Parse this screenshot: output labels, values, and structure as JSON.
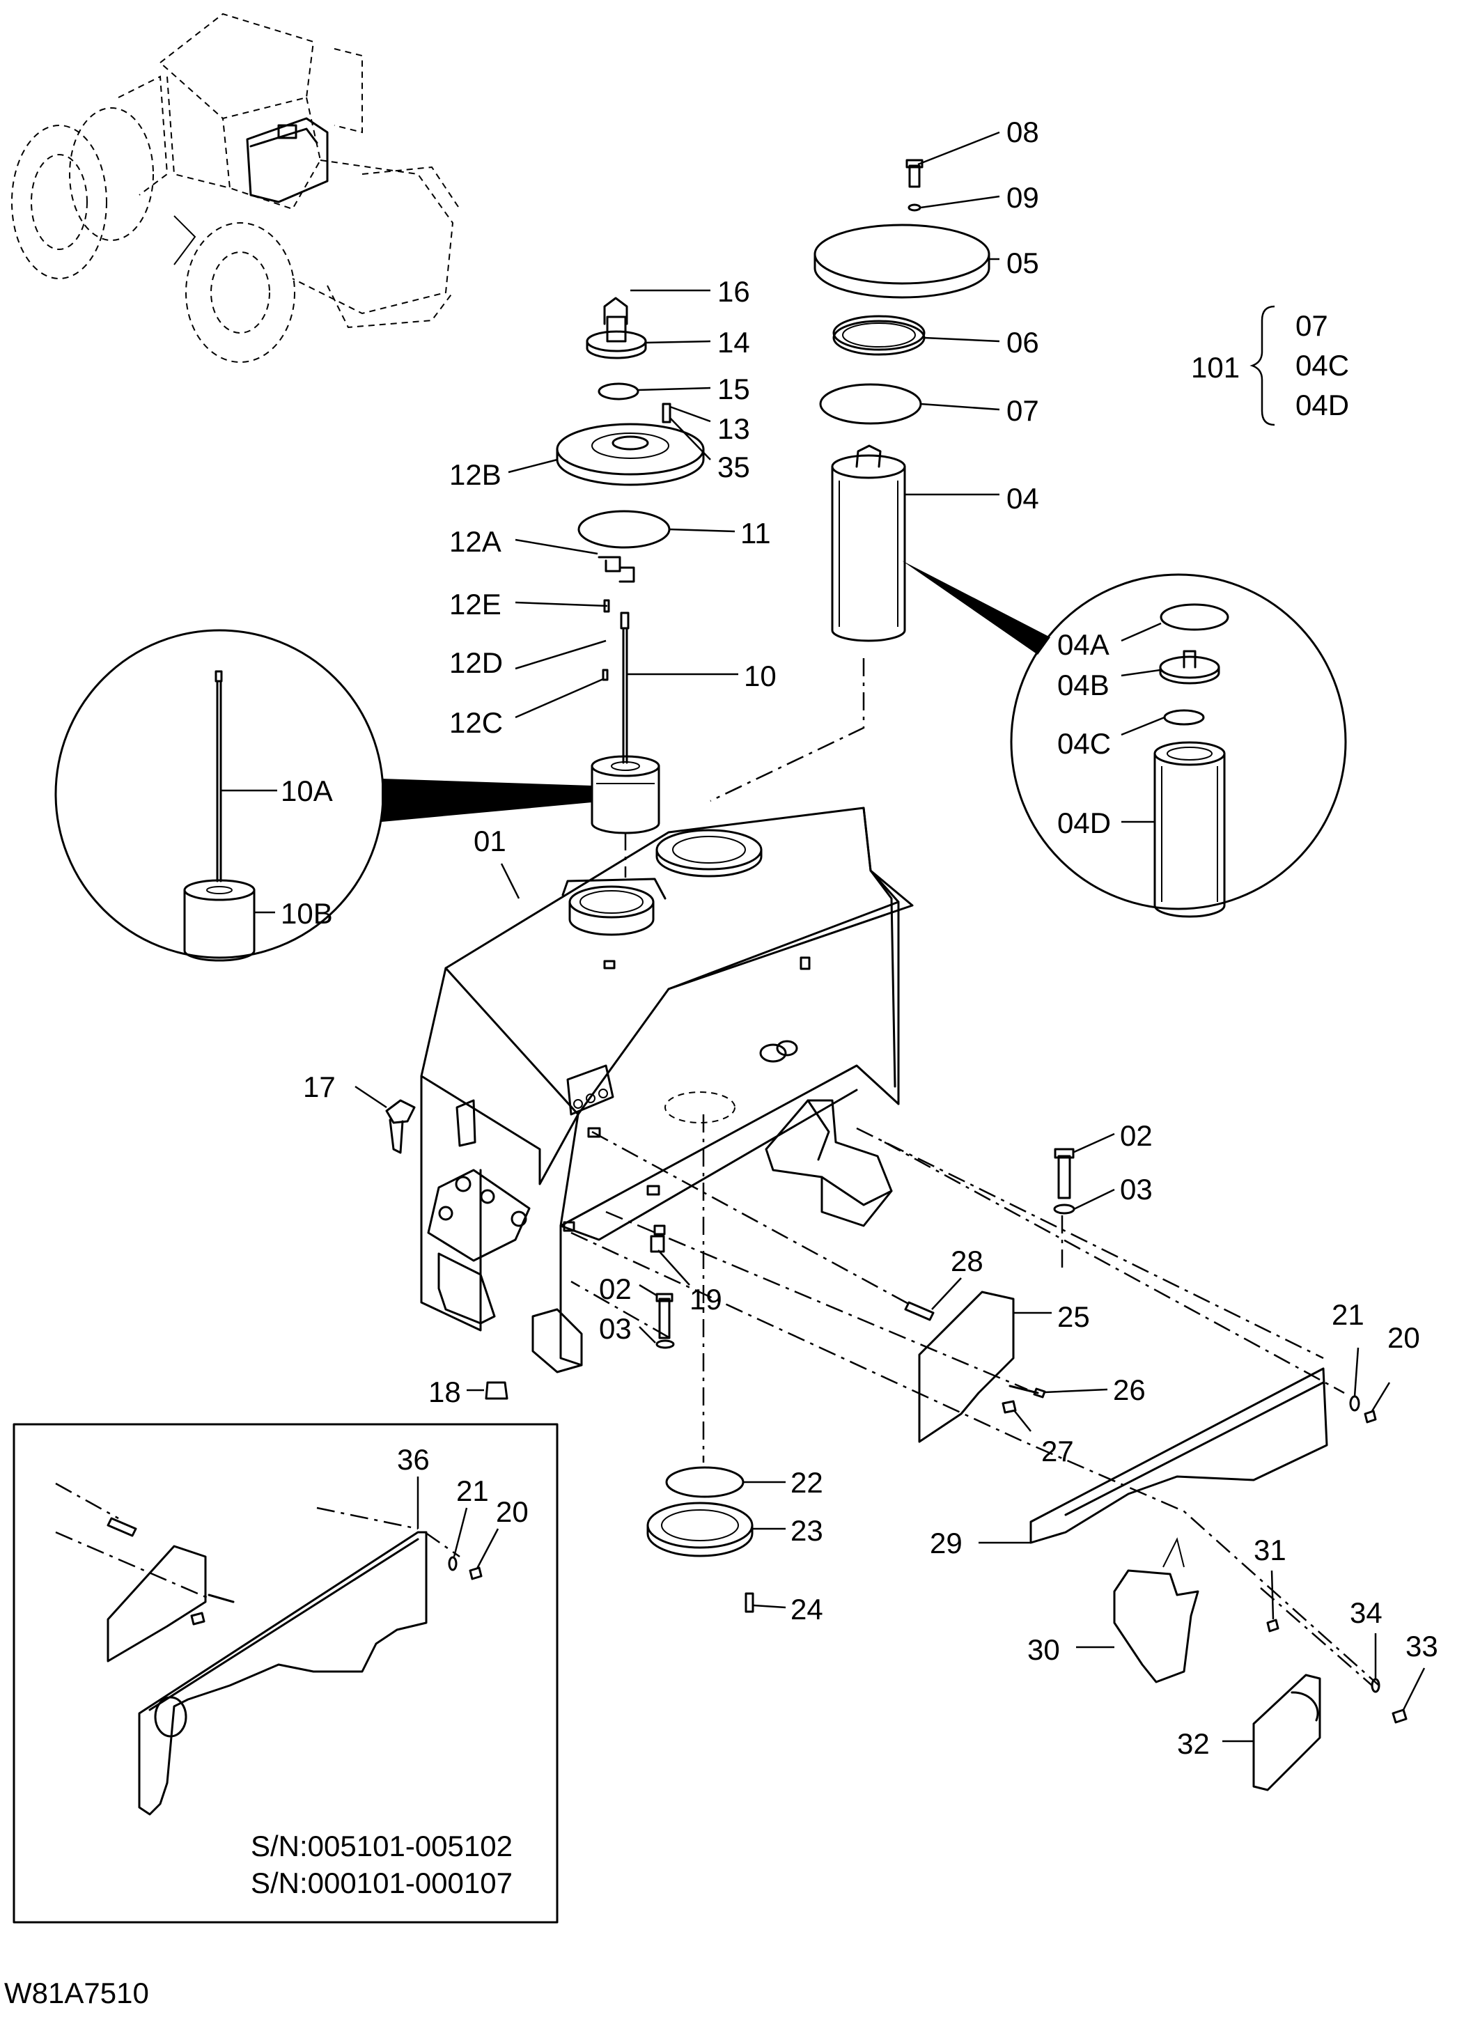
{
  "callouts": {
    "c08": "08",
    "c09": "09",
    "c05": "05",
    "c06": "06",
    "c07": "07",
    "c04": "04",
    "c16": "16",
    "c14": "14",
    "c15": "15",
    "c13": "13",
    "c35": "35",
    "c12B": "12B",
    "c11": "11",
    "c12A": "12A",
    "c12E": "12E",
    "c12D": "12D",
    "c10": "10",
    "c12C": "12C",
    "c10A": "10A",
    "c10B": "10B",
    "c01": "01",
    "c04A": "04A",
    "c04B": "04B",
    "c04C": "04C",
    "c04D": "04D",
    "c17": "17",
    "c02a": "02",
    "c03a": "03",
    "c19": "19",
    "c28": "28",
    "c25": "25",
    "c02b": "02",
    "c03b": "03",
    "c26": "26",
    "c27": "27",
    "c21a": "21",
    "c20a": "20",
    "c18": "18",
    "c22": "22",
    "c23": "23",
    "c24": "24",
    "c29": "29",
    "c31": "31",
    "c30": "30",
    "c34": "34",
    "c33": "33",
    "c32": "32",
    "c36": "36",
    "c21b": "21",
    "c20b": "20"
  },
  "kit": {
    "code": "101",
    "items": [
      "07",
      "04C",
      "04D"
    ]
  },
  "serials": {
    "line1": "S/N:005101-005102",
    "line2": "S/N:000101-000107"
  },
  "drawing_number": "W81A7510"
}
